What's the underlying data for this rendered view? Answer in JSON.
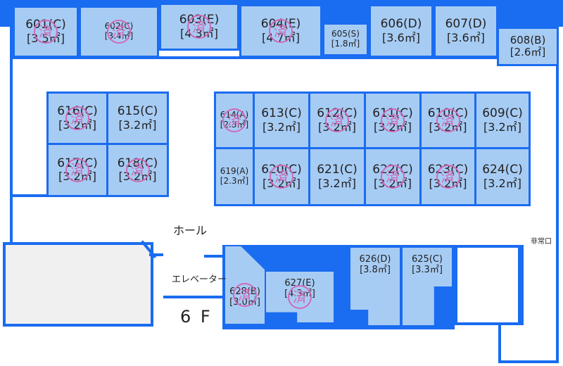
{
  "floor_label": "6 F",
  "hall_label": "ホール",
  "elevator_label": "エレベーター",
  "emergency_exit_label": "非常口",
  "sold_mark": "済",
  "colors": {
    "wall": "#1a6cf0",
    "room": "#a7ccf4",
    "seal": "#d06ab8",
    "elevator_area": "#f0f0f0"
  },
  "rooms": {
    "601": {
      "name": "601(C)",
      "size": "[3.5㎡]",
      "sold": true
    },
    "602": {
      "name": "602(C)",
      "size": "[3.4㎡]",
      "sold": true
    },
    "603": {
      "name": "603(E)",
      "size": "[4.3㎡]",
      "sold": true
    },
    "604": {
      "name": "604(E)",
      "size": "[4.7㎡]",
      "sold": true
    },
    "605": {
      "name": "605(S)",
      "size": "[1.8㎡]",
      "sold": false
    },
    "606": {
      "name": "606(D)",
      "size": "[3.6㎡]",
      "sold": false
    },
    "607": {
      "name": "607(D)",
      "size": "[3.6㎡]",
      "sold": false
    },
    "608": {
      "name": "608(B)",
      "size": "[2.6㎡]",
      "sold": false
    },
    "609": {
      "name": "609(C)",
      "size": "[3.2㎡]",
      "sold": false
    },
    "610": {
      "name": "610(C)",
      "size": "[3.2㎡]",
      "sold": true
    },
    "611": {
      "name": "611(C)",
      "size": "[3.2㎡]",
      "sold": true
    },
    "612": {
      "name": "612(C)",
      "size": "[3.2㎡]",
      "sold": true
    },
    "613": {
      "name": "613(C)",
      "size": "[3.2㎡]",
      "sold": false
    },
    "614": {
      "name": "614(A)",
      "size": "[2.3㎡]",
      "sold": true
    },
    "615": {
      "name": "615(C)",
      "size": "[3.2㎡]",
      "sold": false
    },
    "616": {
      "name": "616(C)",
      "size": "[3.2㎡]",
      "sold": true
    },
    "617": {
      "name": "617(C)",
      "size": "[3.2㎡]",
      "sold": true
    },
    "618": {
      "name": "618(C)",
      "size": "[3.2㎡]",
      "sold": true
    },
    "619": {
      "name": "619(A)",
      "size": "[2.3㎡]",
      "sold": false
    },
    "620": {
      "name": "620(C)",
      "size": "[3.2㎡]",
      "sold": true
    },
    "621": {
      "name": "621(C)",
      "size": "[3.2㎡]",
      "sold": false
    },
    "622": {
      "name": "622(C)",
      "size": "[3.2㎡]",
      "sold": true
    },
    "623": {
      "name": "623(C)",
      "size": "[3.2㎡]",
      "sold": true
    },
    "624": {
      "name": "624(C)",
      "size": "[3.2㎡]",
      "sold": false
    },
    "625": {
      "name": "625(C)",
      "size": "[3.3㎡]",
      "sold": false
    },
    "626": {
      "name": "626(D)",
      "size": "[3.8㎡]",
      "sold": false
    },
    "627": {
      "name": "627(E)",
      "size": "[4.3㎡]",
      "sold": true
    },
    "628": {
      "name": "628(B)",
      "size": "[3.0㎡]",
      "sold": true
    }
  }
}
